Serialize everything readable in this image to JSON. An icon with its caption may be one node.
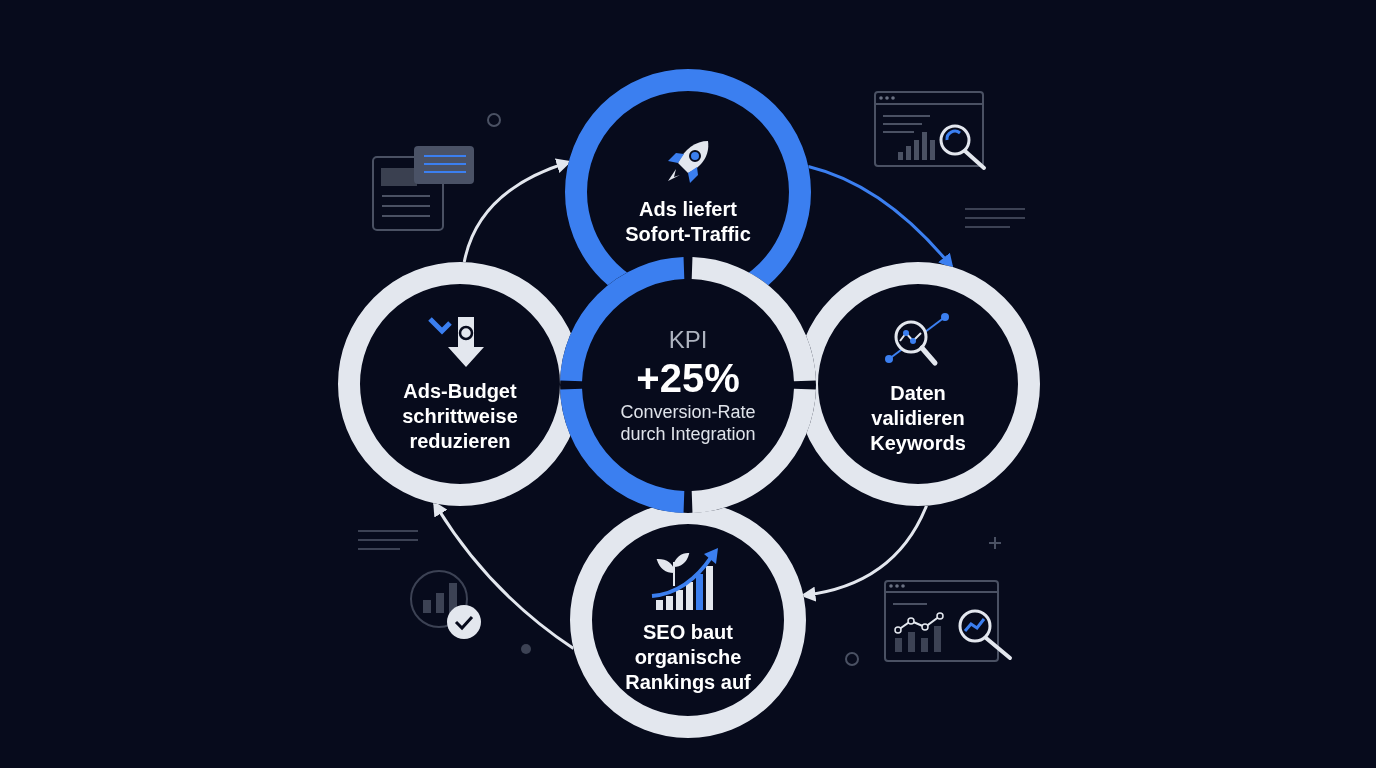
{
  "diagram": {
    "nodes": [
      {
        "text": [
          "Ads liefert Sofort-Traffic"
        ]
      },
      {
        "text": [
          "Ads-Budget schrittweise reduzieren"
        ]
      },
      {
        "text": [
          "KPI",
          "+25%",
          "Conversion-Rate durch Integration"
        ]
      },
      {
        "text": [
          "Daten validieren Keywords"
        ]
      },
      {
        "text": [
          "SEO baut organische Rankings auf"
        ]
      }
    ],
    "edges": [
      {
        "from": 1,
        "to": 0,
        "arrow": "to"
      },
      {
        "from": 0,
        "to": 3,
        "arrow": "to",
        "color": "#3b7ff0"
      },
      {
        "from": 3,
        "to": 4,
        "arrow": "to"
      },
      {
        "from": 4,
        "to": 1,
        "arrow": "to"
      }
    ]
  }
}
